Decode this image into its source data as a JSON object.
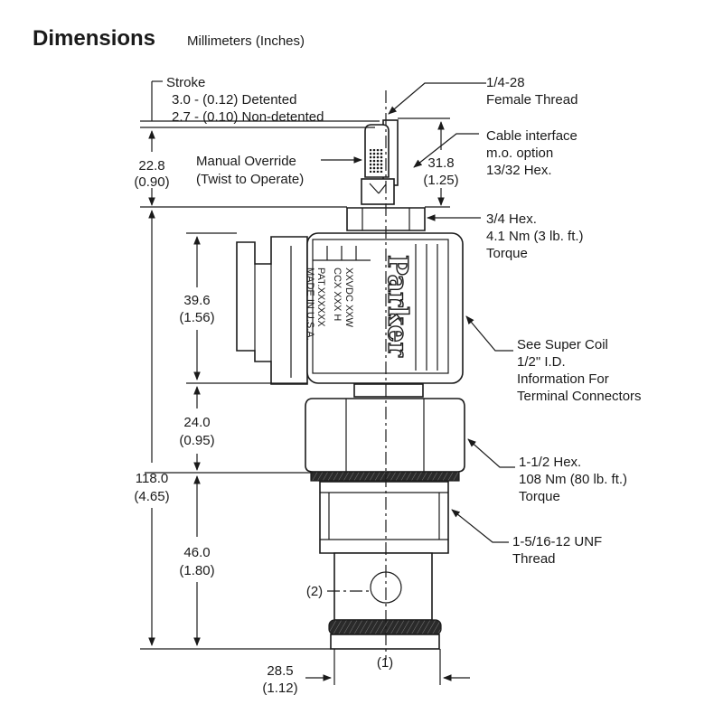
{
  "header": {
    "title": "Dimensions",
    "units": "Millimeters (Inches)"
  },
  "callouts": {
    "stroke": [
      "Stroke",
      "3.0 - (0.12) Detented",
      "2.7 - (0.10) Non-detented"
    ],
    "manual_override": [
      "Manual Override",
      "(Twist to Operate)"
    ],
    "female_thread": [
      "1/4-28",
      "Female Thread"
    ],
    "cable_interface": [
      "Cable interface",
      "m.o. option",
      "13/32 Hex."
    ],
    "hex_34": [
      "3/4 Hex.",
      "4.1 Nm (3 lb. ft.)",
      "Torque"
    ],
    "super_coil": [
      "See Super Coil",
      "1/2\" I.D.",
      "Information For",
      "Terminal Connectors"
    ],
    "hex_112": [
      "1-1/2 Hex.",
      "108 Nm (80 lb. ft.)",
      "Torque"
    ],
    "thread_unf": [
      "1-5/16-12 UNF",
      "Thread"
    ]
  },
  "dimensions": {
    "d_22_8": [
      "22.8",
      "(0.90)"
    ],
    "d_31_8": [
      "31.8",
      "(1.25)"
    ],
    "d_39_6": [
      "39.6",
      "(1.56)"
    ],
    "d_24_0": [
      "24.0",
      "(0.95)"
    ],
    "d_118_0": [
      "118.0",
      "(4.65)"
    ],
    "d_46_0": [
      "46.0",
      "(1.80)"
    ],
    "d_28_5": [
      "28.5",
      "(1.12)"
    ]
  },
  "ports": {
    "port_1": "(1)",
    "port_2": "(2)"
  },
  "coil_labels": {
    "brand": "Parker",
    "rating_1": "XXVDC XXW",
    "rating_2": "CCX XXX H",
    "patent": "PAT.XXXXXX",
    "origin": "MADE IN U.S.A."
  }
}
